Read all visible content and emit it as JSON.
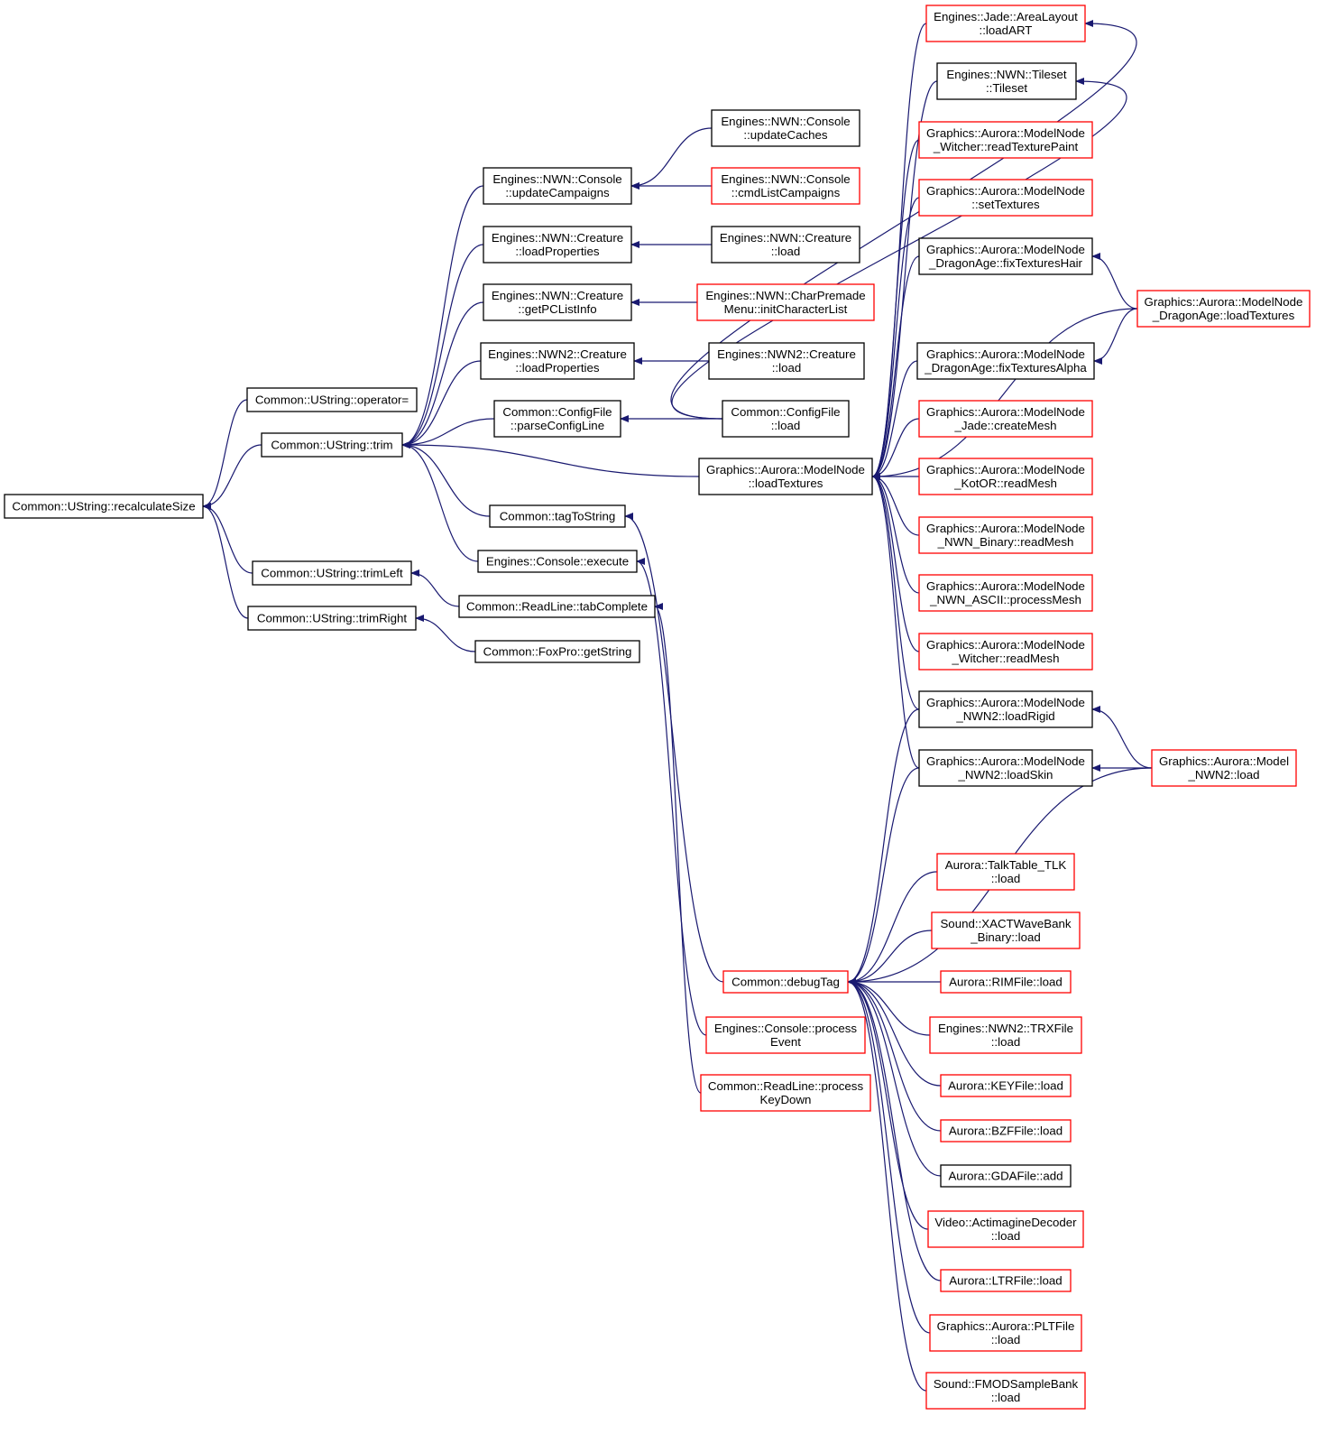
{
  "colors": {
    "edge": "#191970",
    "border_black": "#000000",
    "border_red": "#ff0000",
    "focus_fill": "#bfbfbf"
  },
  "nodes": [
    {
      "id": "recalc",
      "lines": [
        "Common::UString::recalculateSize"
      ],
      "border": "black",
      "focus": true
    },
    {
      "id": "operatorEq",
      "lines": [
        "Common::UString::operator="
      ],
      "border": "black"
    },
    {
      "id": "trim",
      "lines": [
        "Common::UString::trim"
      ],
      "border": "black"
    },
    {
      "id": "trimLeft",
      "lines": [
        "Common::UString::trimLeft"
      ],
      "border": "black"
    },
    {
      "id": "trimRight",
      "lines": [
        "Common::UString::trimRight"
      ],
      "border": "black"
    },
    {
      "id": "updCamp",
      "lines": [
        "Engines::NWN::Console",
        "::updateCampaigns"
      ],
      "border": "black"
    },
    {
      "id": "creLoadProps",
      "lines": [
        "Engines::NWN::Creature",
        "::loadProperties"
      ],
      "border": "black"
    },
    {
      "id": "getPC",
      "lines": [
        "Engines::NWN::Creature",
        "::getPCListInfo"
      ],
      "border": "black"
    },
    {
      "id": "nwn2LoadProps",
      "lines": [
        "Engines::NWN2::Creature",
        "::loadProperties"
      ],
      "border": "black"
    },
    {
      "id": "parseCfg",
      "lines": [
        "Common::ConfigFile",
        "::parseConfigLine"
      ],
      "border": "black"
    },
    {
      "id": "tagToString",
      "lines": [
        "Common::tagToString"
      ],
      "border": "black"
    },
    {
      "id": "consExec",
      "lines": [
        "Engines::Console::execute"
      ],
      "border": "black"
    },
    {
      "id": "tabComplete",
      "lines": [
        "Common::ReadLine::tabComplete"
      ],
      "border": "black"
    },
    {
      "id": "foxGet",
      "lines": [
        "Common::FoxPro::getString"
      ],
      "border": "black"
    },
    {
      "id": "updCaches",
      "lines": [
        "Engines::NWN::Console",
        "::updateCaches"
      ],
      "border": "black"
    },
    {
      "id": "cmdList",
      "lines": [
        "Engines::NWN::Console",
        "::cmdListCampaigns"
      ],
      "border": "red"
    },
    {
      "id": "creLoad",
      "lines": [
        "Engines::NWN::Creature",
        "::load"
      ],
      "border": "black"
    },
    {
      "id": "initChar",
      "lines": [
        "Engines::NWN::CharPremade",
        "Menu::initCharacterList"
      ],
      "border": "red"
    },
    {
      "id": "nwn2CreLoad",
      "lines": [
        "Engines::NWN2::Creature",
        "::load"
      ],
      "border": "black"
    },
    {
      "id": "cfgLoad",
      "lines": [
        "Common::ConfigFile",
        "::load"
      ],
      "border": "black"
    },
    {
      "id": "mnLoadTex",
      "lines": [
        "Graphics::Aurora::ModelNode",
        "::loadTextures"
      ],
      "border": "black"
    },
    {
      "id": "debugTag",
      "lines": [
        "Common::debugTag"
      ],
      "border": "red"
    },
    {
      "id": "procEvent",
      "lines": [
        "Engines::Console::process",
        "Event"
      ],
      "border": "red"
    },
    {
      "id": "procKey",
      "lines": [
        "Common::ReadLine::process",
        "KeyDown"
      ],
      "border": "red"
    },
    {
      "id": "jadeArt",
      "lines": [
        "Engines::Jade::AreaLayout",
        "::loadART"
      ],
      "border": "red"
    },
    {
      "id": "tileset",
      "lines": [
        "Engines::NWN::Tileset",
        "::Tileset"
      ],
      "border": "black"
    },
    {
      "id": "witchPaint",
      "lines": [
        "Graphics::Aurora::ModelNode",
        "_Witcher::readTexturePaint"
      ],
      "border": "red"
    },
    {
      "id": "setTex",
      "lines": [
        "Graphics::Aurora::ModelNode",
        "::setTextures"
      ],
      "border": "red"
    },
    {
      "id": "daHair",
      "lines": [
        "Graphics::Aurora::ModelNode",
        "_DragonAge::fixTexturesHair"
      ],
      "border": "black"
    },
    {
      "id": "daAlpha",
      "lines": [
        "Graphics::Aurora::ModelNode",
        "_DragonAge::fixTexturesAlpha"
      ],
      "border": "black"
    },
    {
      "id": "jadeMesh",
      "lines": [
        "Graphics::Aurora::ModelNode",
        "_Jade::createMesh"
      ],
      "border": "red"
    },
    {
      "id": "kotorMesh",
      "lines": [
        "Graphics::Aurora::ModelNode",
        "_KotOR::readMesh"
      ],
      "border": "red"
    },
    {
      "id": "nwnBin",
      "lines": [
        "Graphics::Aurora::ModelNode",
        "_NWN_Binary::readMesh"
      ],
      "border": "red"
    },
    {
      "id": "nwnAscii",
      "lines": [
        "Graphics::Aurora::ModelNode",
        "_NWN_ASCII::processMesh"
      ],
      "border": "red"
    },
    {
      "id": "witchMesh",
      "lines": [
        "Graphics::Aurora::ModelNode",
        "_Witcher::readMesh"
      ],
      "border": "red"
    },
    {
      "id": "nwn2Rigid",
      "lines": [
        "Graphics::Aurora::ModelNode",
        "_NWN2::loadRigid"
      ],
      "border": "black"
    },
    {
      "id": "nwn2Skin",
      "lines": [
        "Graphics::Aurora::ModelNode",
        "_NWN2::loadSkin"
      ],
      "border": "black"
    },
    {
      "id": "tlk",
      "lines": [
        "Aurora::TalkTable_TLK",
        "::load"
      ],
      "border": "red"
    },
    {
      "id": "xact",
      "lines": [
        "Sound::XACTWaveBank",
        "_Binary::load"
      ],
      "border": "red"
    },
    {
      "id": "rim",
      "lines": [
        "Aurora::RIMFile::load"
      ],
      "border": "red"
    },
    {
      "id": "trx",
      "lines": [
        "Engines::NWN2::TRXFile",
        "::load"
      ],
      "border": "red"
    },
    {
      "id": "key",
      "lines": [
        "Aurora::KEYFile::load"
      ],
      "border": "red"
    },
    {
      "id": "bzf",
      "lines": [
        "Aurora::BZFFile::load"
      ],
      "border": "red"
    },
    {
      "id": "gda",
      "lines": [
        "Aurora::GDAFile::add"
      ],
      "border": "black"
    },
    {
      "id": "actim",
      "lines": [
        "Video::ActimagineDecoder",
        "::load"
      ],
      "border": "red"
    },
    {
      "id": "ltr",
      "lines": [
        "Aurora::LTRFile::load"
      ],
      "border": "red"
    },
    {
      "id": "plt",
      "lines": [
        "Graphics::Aurora::PLTFile",
        "::load"
      ],
      "border": "red"
    },
    {
      "id": "fmod",
      "lines": [
        "Sound::FMODSampleBank",
        "::load"
      ],
      "border": "red"
    },
    {
      "id": "daLoadTex",
      "lines": [
        "Graphics::Aurora::ModelNode",
        "_DragonAge::loadTextures"
      ],
      "border": "red"
    },
    {
      "id": "mdlNwn2",
      "lines": [
        "Graphics::Aurora::Model",
        "_NWN2::load"
      ],
      "border": "red"
    }
  ],
  "edges": [
    [
      "operatorEq",
      "recalc"
    ],
    [
      "trim",
      "recalc"
    ],
    [
      "trimLeft",
      "recalc"
    ],
    [
      "trimRight",
      "recalc"
    ],
    [
      "updCamp",
      "trim"
    ],
    [
      "creLoadProps",
      "trim"
    ],
    [
      "getPC",
      "trim"
    ],
    [
      "nwn2LoadProps",
      "trim"
    ],
    [
      "parseCfg",
      "trim"
    ],
    [
      "tagToString",
      "trim"
    ],
    [
      "consExec",
      "trim"
    ],
    [
      "mnLoadTex",
      "trim"
    ],
    [
      "tabComplete",
      "trimLeft"
    ],
    [
      "foxGet",
      "trimRight"
    ],
    [
      "updCaches",
      "updCamp"
    ],
    [
      "cmdList",
      "updCamp"
    ],
    [
      "creLoad",
      "creLoadProps"
    ],
    [
      "initChar",
      "getPC"
    ],
    [
      "nwn2CreLoad",
      "nwn2LoadProps"
    ],
    [
      "cfgLoad",
      "parseCfg"
    ],
    [
      "debugTag",
      "tagToString"
    ],
    [
      "procEvent",
      "consExec"
    ],
    [
      "procKey",
      "tabComplete"
    ],
    [
      "jadeArt",
      "mnLoadTex"
    ],
    [
      "tileset",
      "mnLoadTex"
    ],
    [
      "witchPaint",
      "mnLoadTex"
    ],
    [
      "setTex",
      "mnLoadTex"
    ],
    [
      "daHair",
      "mnLoadTex"
    ],
    [
      "daLoadTex",
      "mnLoadTex"
    ],
    [
      "daAlpha",
      "mnLoadTex"
    ],
    [
      "jadeMesh",
      "mnLoadTex"
    ],
    [
      "kotorMesh",
      "mnLoadTex"
    ],
    [
      "nwnBin",
      "mnLoadTex"
    ],
    [
      "nwnAscii",
      "mnLoadTex"
    ],
    [
      "witchMesh",
      "mnLoadTex"
    ],
    [
      "nwn2Rigid",
      "mnLoadTex"
    ],
    [
      "nwn2Skin",
      "mnLoadTex"
    ],
    [
      "daLoadTex",
      "daHair"
    ],
    [
      "daLoadTex",
      "daAlpha"
    ],
    [
      "mdlNwn2",
      "nwn2Rigid"
    ],
    [
      "mdlNwn2",
      "nwn2Skin"
    ],
    [
      "nwn2Rigid",
      "debugTag"
    ],
    [
      "nwn2Skin",
      "debugTag"
    ],
    [
      "mdlNwn2",
      "debugTag"
    ],
    [
      "tlk",
      "debugTag"
    ],
    [
      "xact",
      "debugTag"
    ],
    [
      "rim",
      "debugTag"
    ],
    [
      "trx",
      "debugTag"
    ],
    [
      "key",
      "debugTag"
    ],
    [
      "bzf",
      "debugTag"
    ],
    [
      "gda",
      "debugTag"
    ],
    [
      "actim",
      "debugTag"
    ],
    [
      "ltr",
      "debugTag"
    ],
    [
      "plt",
      "debugTag"
    ],
    [
      "fmod",
      "debugTag"
    ],
    [
      "cfgLoad",
      "jadeArt"
    ],
    [
      "cfgLoad",
      "tileset"
    ]
  ]
}
